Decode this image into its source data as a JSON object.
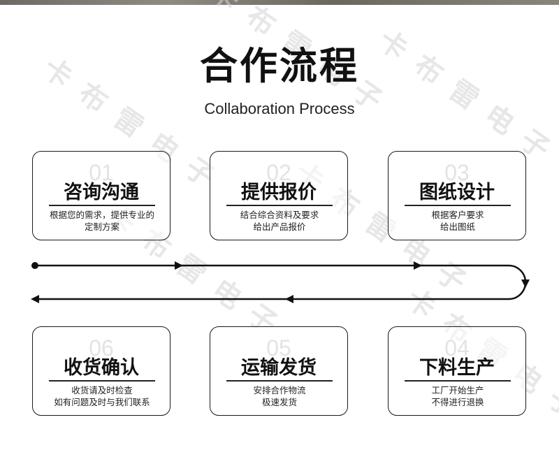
{
  "header": {
    "title": "合作流程",
    "subtitle": "Collaboration Process"
  },
  "watermark": {
    "text": "卡布雷电子"
  },
  "steps": [
    {
      "num": "01",
      "title": "咨询沟通",
      "desc": [
        "根据您的需求，提供专业的",
        "定制方案"
      ]
    },
    {
      "num": "02",
      "title": "提供报价",
      "desc": [
        "结合综合资料及要求",
        "给出产品报价"
      ]
    },
    {
      "num": "03",
      "title": "图纸设计",
      "desc": [
        "根据客户要求",
        "给出图纸"
      ]
    },
    {
      "num": "04",
      "title": "下料生产",
      "desc": [
        "工厂开始生产",
        "不得进行退换"
      ]
    },
    {
      "num": "05",
      "title": "运输发货",
      "desc": [
        "安排合作物流",
        "极速发货"
      ]
    },
    {
      "num": "06",
      "title": "收货确认",
      "desc": [
        "收货请及时检查",
        "如有问题及时与我们联系"
      ]
    }
  ],
  "colors": {
    "line": "#111111",
    "border": "#1a1a1a",
    "watermark": "#d4d4d4",
    "top_bar": "#7a766e"
  }
}
